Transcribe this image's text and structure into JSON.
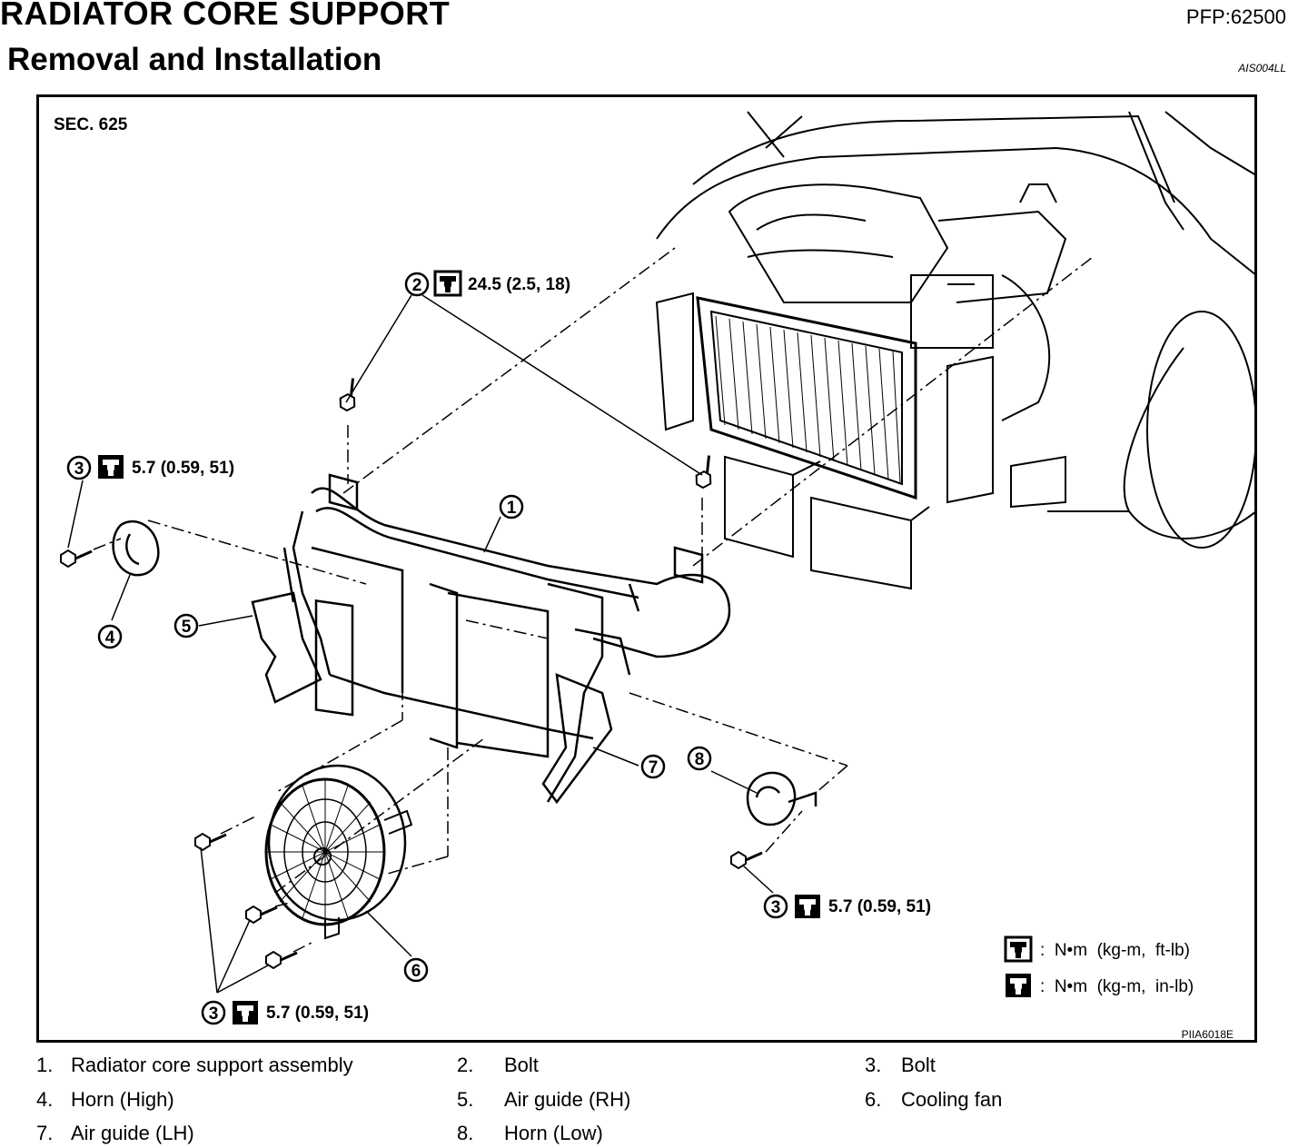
{
  "header": {
    "title": "RADIATOR CORE SUPPORT",
    "pfp": "PFP:62500",
    "subtitle": "Removal and Installation",
    "doc_id": "AIS004LL"
  },
  "figure": {
    "section": "SEC. 625",
    "figure_id": "PIIA6018E",
    "callouts": [
      {
        "num": "1"
      },
      {
        "num": "2"
      },
      {
        "num": "3"
      },
      {
        "num": "4"
      },
      {
        "num": "5"
      },
      {
        "num": "6"
      },
      {
        "num": "7"
      },
      {
        "num": "8"
      }
    ],
    "torque_labels": {
      "bolt2": "24.5 (2.5, 18)",
      "bolt3_top_left": "5.7 (0.59, 51)",
      "bolt3_right": "5.7 (0.59, 51)",
      "bolt3_bottom": "5.7 (0.59, 51)"
    },
    "unit_key": [
      {
        "icon": "wrench-ftlb-icon",
        "text": ":  N•m  (kg-m,  ft-lb)"
      },
      {
        "icon": "wrench-inlb-icon",
        "text": ":  N•m  (kg-m,  in-lb)"
      }
    ]
  },
  "legend": [
    {
      "num": "1.",
      "text": "Radiator core support assembly"
    },
    {
      "num": "2.",
      "text": "Bolt"
    },
    {
      "num": "3.",
      "text": "Bolt"
    },
    {
      "num": "4.",
      "text": "Horn (High)"
    },
    {
      "num": "5.",
      "text": "Air guide (RH)"
    },
    {
      "num": "6.",
      "text": "Cooling fan"
    },
    {
      "num": "7.",
      "text": "Air guide (LH)"
    },
    {
      "num": "8.",
      "text": "Horn (Low)"
    }
  ]
}
